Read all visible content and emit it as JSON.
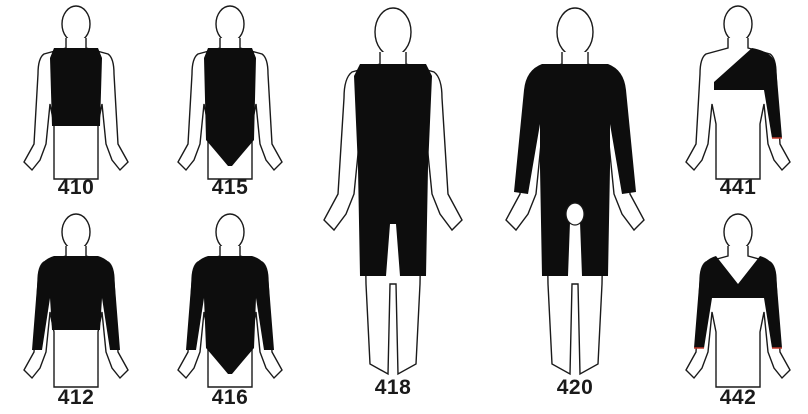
{
  "garments": [
    {
      "id": "410",
      "label": "410",
      "style": "vest"
    },
    {
      "id": "415",
      "label": "415",
      "style": "bodysuit-sleeveless"
    },
    {
      "id": "418",
      "label": "418",
      "style": "singlet-long"
    },
    {
      "id": "420",
      "label": "420",
      "style": "full-body-long-sleeve"
    },
    {
      "id": "441",
      "label": "441",
      "style": "one-arm-sleeve"
    },
    {
      "id": "412",
      "label": "412",
      "style": "long-sleeve-top"
    },
    {
      "id": "416",
      "label": "416",
      "style": "bodysuit-long-sleeve"
    },
    {
      "id": "442",
      "label": "442",
      "style": "shrug-two-sleeves"
    }
  ],
  "colors": {
    "garment": "#0d0d0d",
    "outline": "#1a1a1a",
    "skin": "#ffffff",
    "accent": "#c0392b"
  }
}
